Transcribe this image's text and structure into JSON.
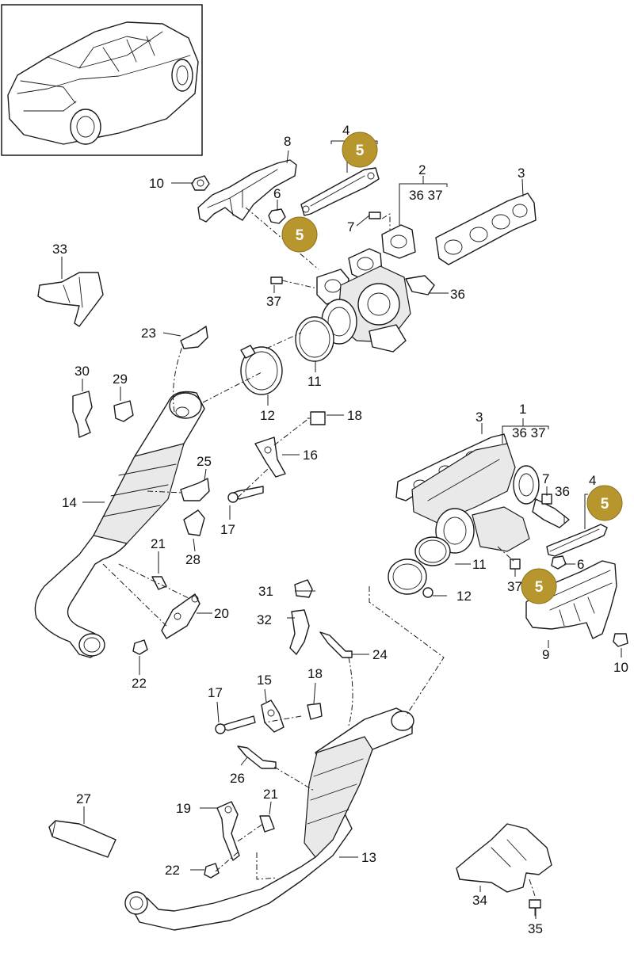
{
  "callouts": {
    "c1": "1",
    "c2": "2",
    "c3a": "3",
    "c3b": "3",
    "c4a": "4",
    "c4b": "4",
    "c6a": "6",
    "c6b": "6",
    "c7a": "7",
    "c7b": "7",
    "c8": "8",
    "c9": "9",
    "c10a": "10",
    "c10b": "10",
    "c11a": "11",
    "c11b": "11",
    "c12a": "12",
    "c12b": "12",
    "c13": "13",
    "c14": "14",
    "c15": "15",
    "c16": "16",
    "c17a": "17",
    "c17b": "17",
    "c18a": "18",
    "c18b": "18",
    "c19": "19",
    "c20": "20",
    "c21a": "21",
    "c21b": "21",
    "c22a": "22",
    "c22b": "22",
    "c23": "23",
    "c24": "24",
    "c25": "25",
    "c26": "26",
    "c27": "27",
    "c28": "28",
    "c29": "29",
    "c30": "30",
    "c31": "31",
    "c32": "32",
    "c33": "33",
    "c34": "34",
    "c35": "35",
    "c36a": "36",
    "c36b": "36",
    "c37a": "37",
    "c37b": "37",
    "c3637a": "36 37",
    "c3637b": "36 37"
  },
  "badges": {
    "b1": "5",
    "b2": "5",
    "b3": "5",
    "b4": "5"
  },
  "colors": {
    "badge": "#b8962e",
    "line": "#1a1a1a"
  }
}
